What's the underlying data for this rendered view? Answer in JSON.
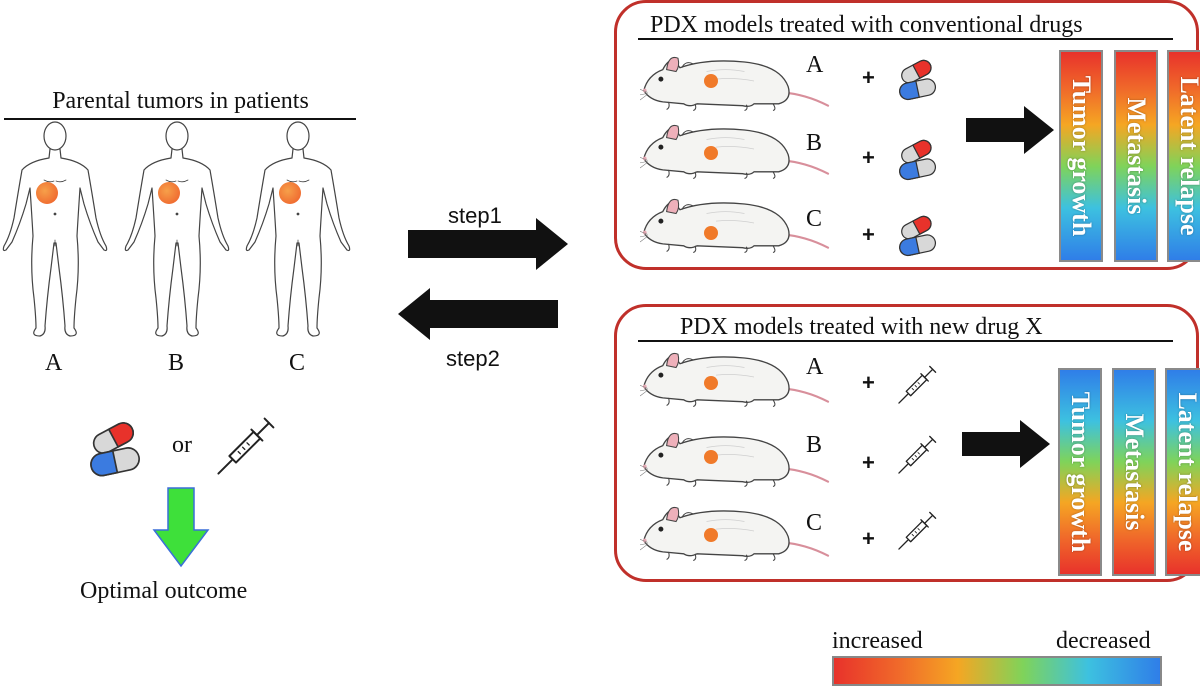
{
  "left": {
    "title": "Parental tumors in patients",
    "patients": [
      "A",
      "B",
      "C"
    ],
    "or_text": "or",
    "outcome": "Optimal outcome"
  },
  "arrows": {
    "step1": "step1",
    "step2": "step2"
  },
  "panel_conventional": {
    "title": "PDX models treated with conventional drugs",
    "rows": [
      "A",
      "B",
      "C"
    ],
    "plus": "+",
    "bars": [
      "Tumor growth",
      "Metastasis",
      "Latent relapse"
    ]
  },
  "panel_new": {
    "title": "PDX models treated with new drug X",
    "rows": [
      "A",
      "B",
      "C"
    ],
    "plus": "+",
    "bars": [
      "Tumor growth",
      "Metastasis",
      "Latent relapse"
    ]
  },
  "legend": {
    "low": "increased",
    "high": "decreased"
  },
  "colors": {
    "panel_border": "#c0302a",
    "tumor": "#f07a2a",
    "capsule_red": "#e8322b",
    "capsule_blue": "#3b7be0",
    "outcome_arrow": "#3ee03a",
    "mouse_pink": "#e7a9b4"
  },
  "icons": [
    "human-body-icon",
    "mouse-icon",
    "capsule-icon",
    "syringe-icon",
    "arrow-right-icon",
    "arrow-left-icon",
    "arrow-down-icon"
  ]
}
